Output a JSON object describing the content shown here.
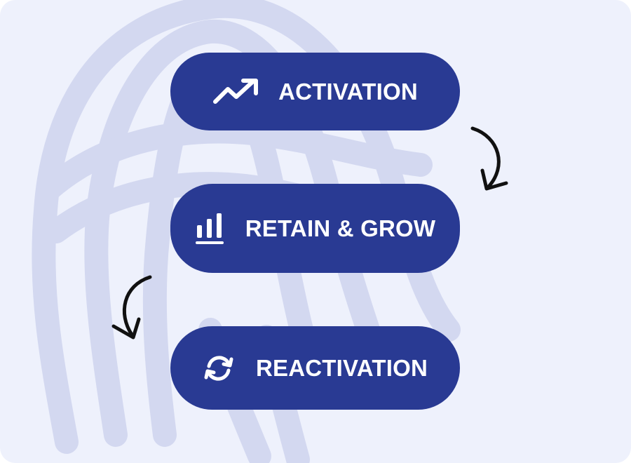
{
  "colors": {
    "background": "#eef1fc",
    "pill": "#293a93",
    "pill_text": "#ffffff",
    "decoration": "#d3d8f0",
    "arrow": "#111111"
  },
  "steps": [
    {
      "label": "ACTIVATION",
      "icon": "trending-up-icon"
    },
    {
      "label": "RETAIN & GROW",
      "icon": "bar-chart-icon"
    },
    {
      "label": "REACTIVATION",
      "icon": "refresh-icon"
    }
  ],
  "connectors": [
    {
      "from": "ACTIVATION",
      "to": "RETAIN & GROW",
      "icon": "curved-arrow-down-icon"
    },
    {
      "from": "RETAIN & GROW",
      "to": "REACTIVATION",
      "icon": "curved-arrow-down-icon"
    }
  ]
}
